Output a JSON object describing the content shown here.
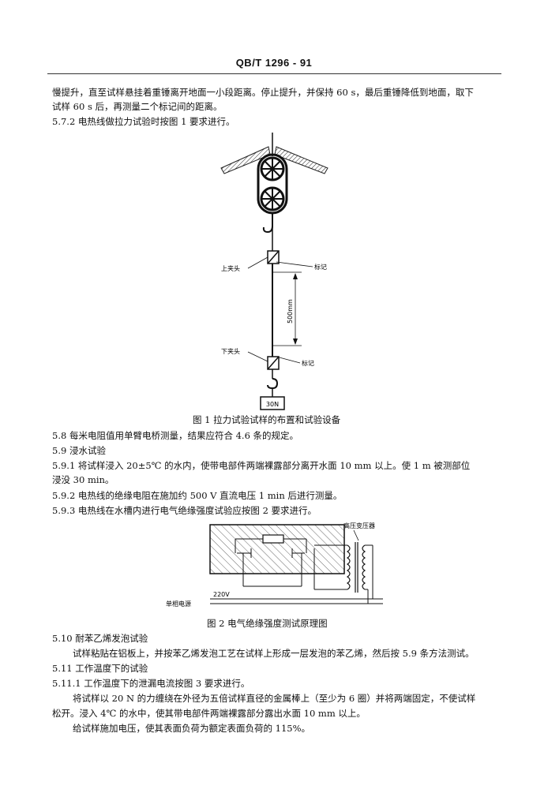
{
  "header": {
    "code": "QB/T 1296 - 91"
  },
  "para_top": [
    "慢提升，直至试样悬挂着重锤离开地面一小段距离。停止提升，并保持 60 s，最后重锤降低到地面，取下",
    "试样 60 s 后，再测量二个标记间的距离。"
  ],
  "s572": "5.7.2 电热线做拉力试验时按图 1 要求进行。",
  "fig1": {
    "label_upper_clamp": "上夹头",
    "label_mark1": "标记",
    "label_length": "500mm",
    "label_lower_clamp": "下夹头",
    "label_mark2": "标记",
    "label_weight": "30N",
    "caption": "图 1 拉力试验试样的布置和试验设备"
  },
  "s58": "5.8 每米电阻值用单臂电桥测量，结果应符合 4.6 条的规定。",
  "s59": "5.9 浸水试验",
  "s591": [
    "5.9.1 将试样浸入 20±5℃ 的水内，使带电部件两端裸露部分离开水面 10 mm 以上。使 1 m 被测部位",
    "浸没 30 min。"
  ],
  "s592": "5.9.2 电热线的绝缘电阻在施加约 500 V 直流电压 1 min 后进行测量。",
  "s593": "5.9.3 电热线在水槽内进行电气绝缘强度试验应按图 2 要求进行。",
  "fig2": {
    "label_transformer": "高压变压器",
    "label_source": "单相电源",
    "label_voltage": "220V",
    "caption": "图 2 电气绝缘强度测试原理图"
  },
  "s510": "5.10 耐苯乙烯发泡试验",
  "s510_text": "试样粘贴在铝板上，并按苯乙烯发泡工艺在试样上形成一层发泡的苯乙烯，然后按 5.9 条方法测试。",
  "s511": "5.11 工作温度下的试验",
  "s5111": "5.11.1 工作温度下的泄漏电流按图 3 要求进行。",
  "s5111_text": [
    "将试样以 20 N 的力缠绕在外径为五倍试样直径的金属棒上（至少为 6 圈）并将两端固定，不使试样",
    "松开。浸入 4℃ 的水中，使其带电部件两端裸露部分露出水面 10 mm 以上。",
    "给试样施加电压，使其表面负荷为额定表面负荷的 115%。"
  ]
}
